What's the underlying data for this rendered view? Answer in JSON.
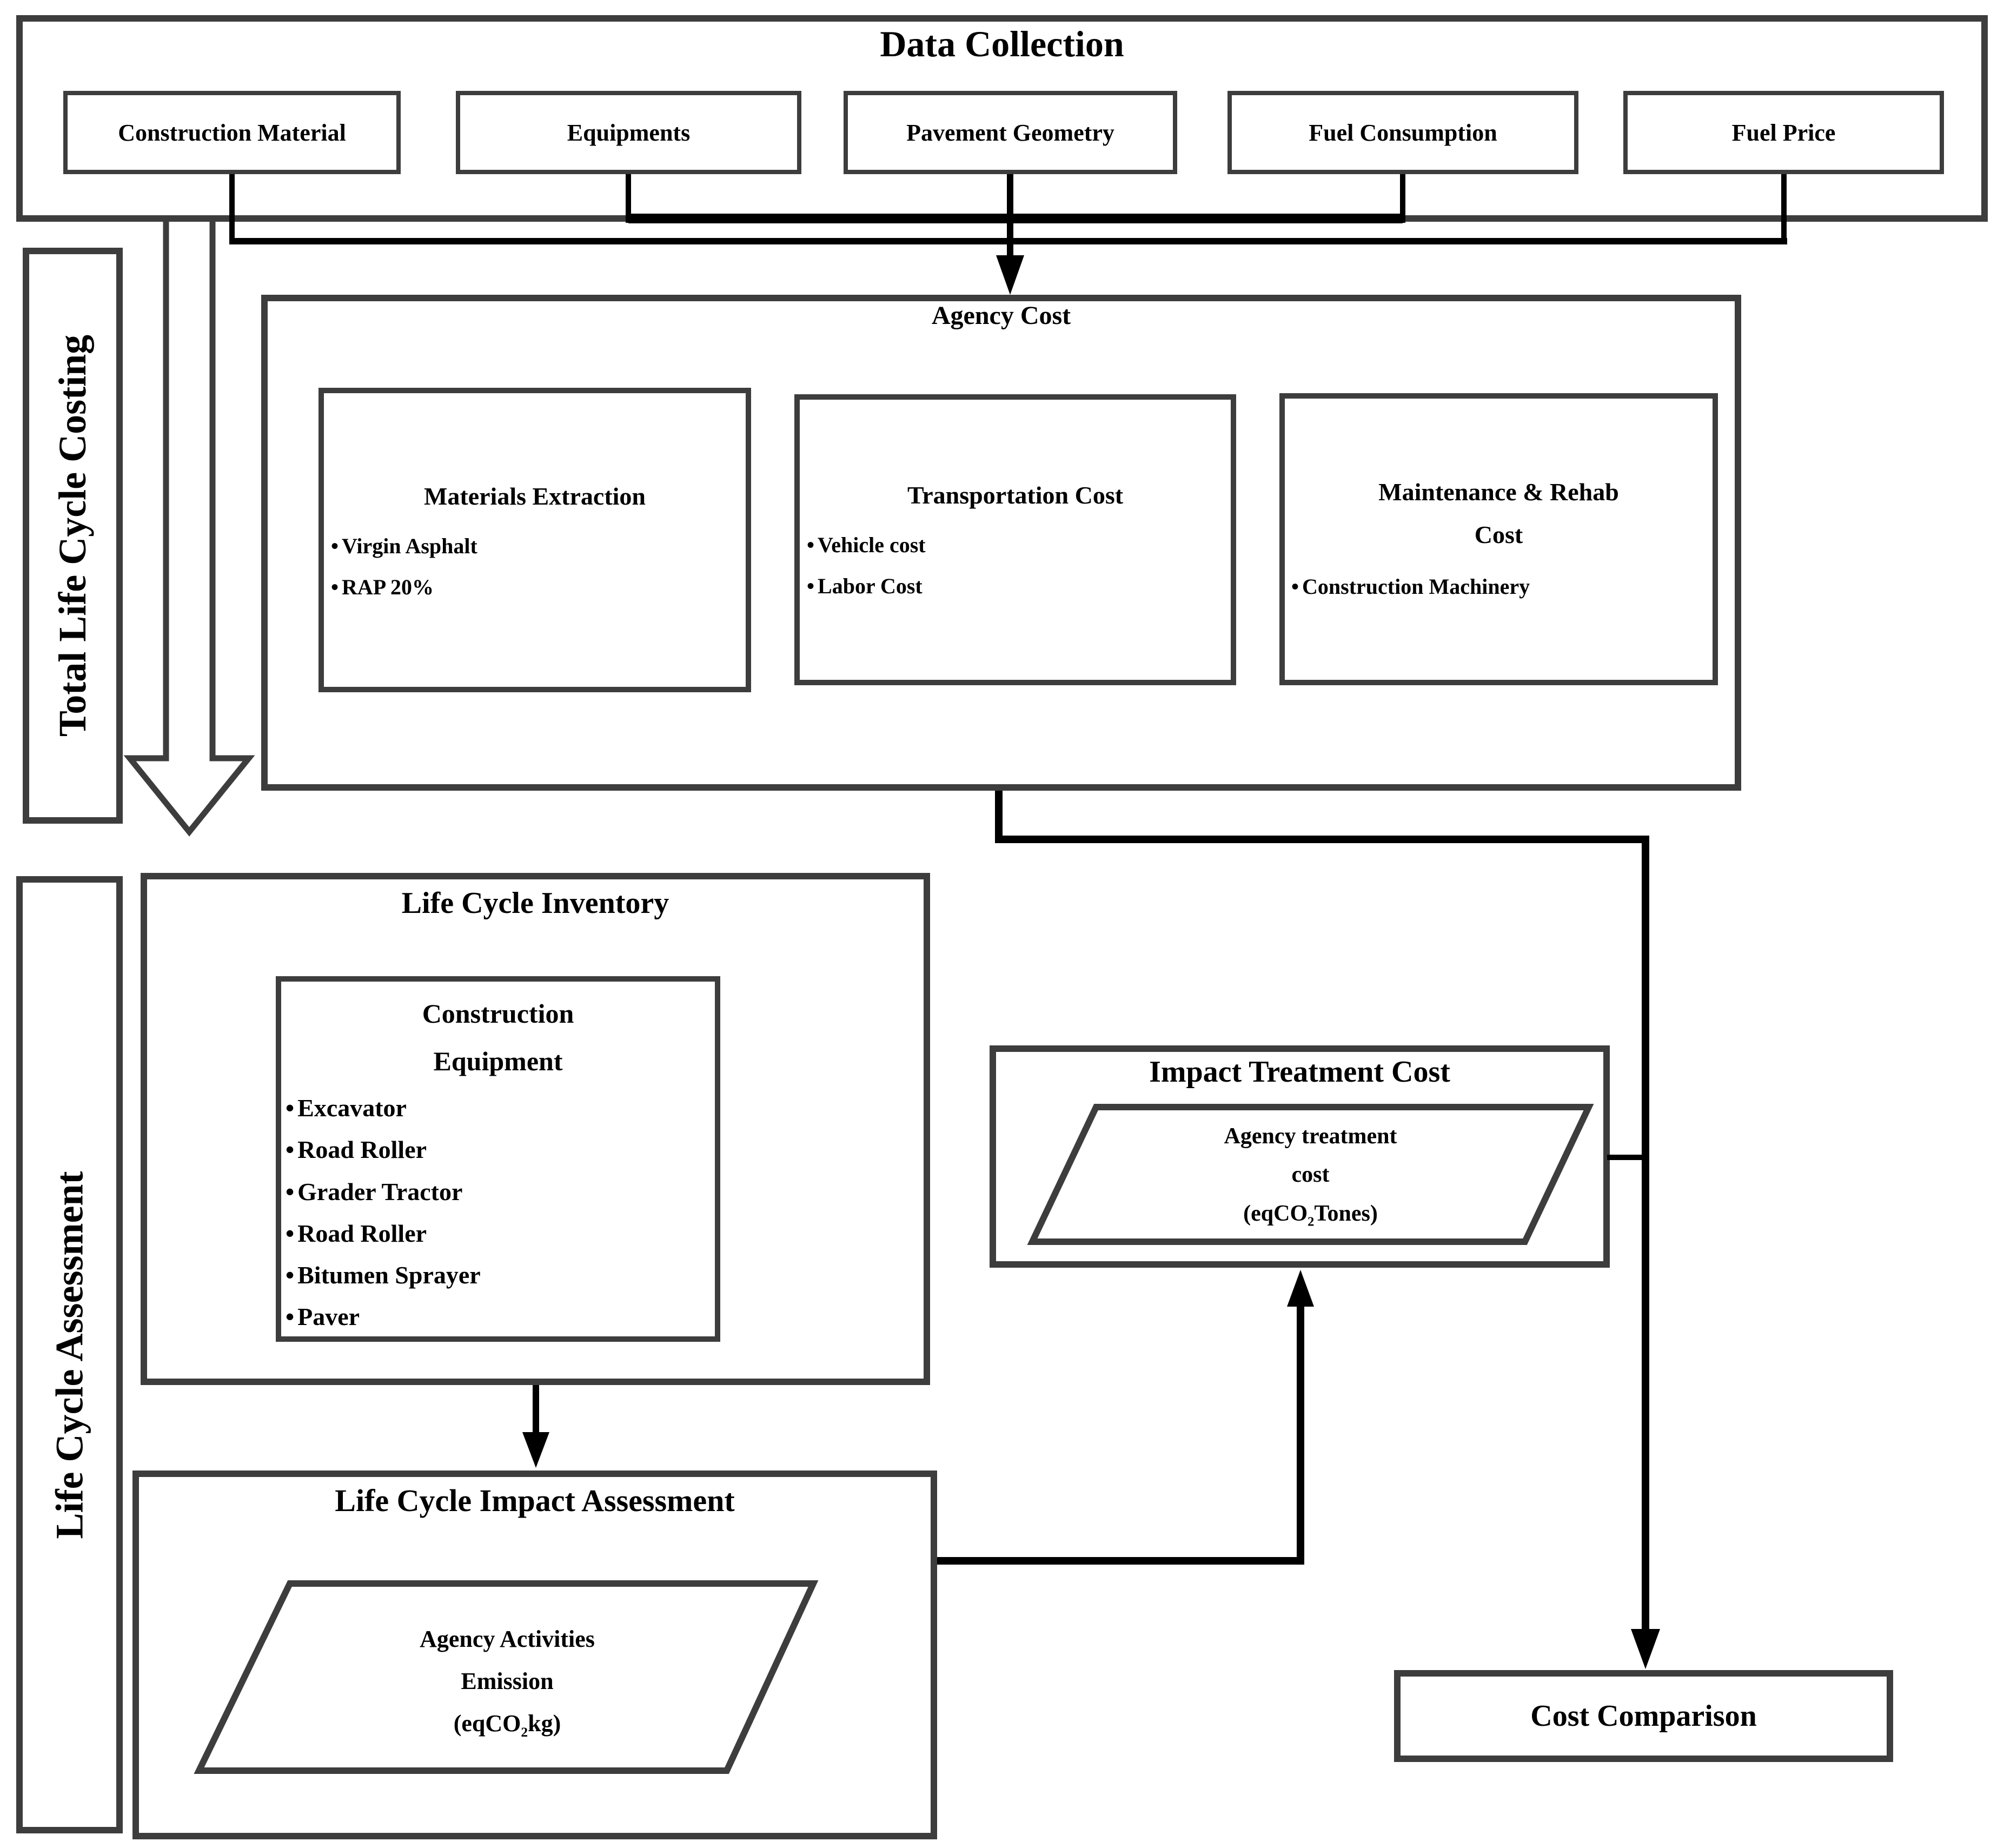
{
  "colors": {
    "box_border": "#3d3d3d",
    "connector_line": "#000000",
    "text": "#000000",
    "background": "#ffffff"
  },
  "data_collection": {
    "title": "Data Collection",
    "boxes": [
      "Construction Material",
      "Equipments",
      "Pavement Geometry",
      "Fuel Consumption",
      "Fuel Price"
    ]
  },
  "sidebars": {
    "total_life_cycle_costing": "Total Life Cycle Costing",
    "life_cycle_assessment": "Life Cycle Assessment"
  },
  "agency_cost": {
    "title": "Agency Cost",
    "materials_extraction": {
      "title": "Materials Extraction",
      "bullets": [
        "Virgin Asphalt",
        "RAP 20%"
      ]
    },
    "transportation_cost": {
      "title": "Transportation Cost",
      "bullets": [
        "Vehicle cost",
        "Labor Cost"
      ]
    },
    "maintenance_rehab": {
      "title_line1": "Maintenance & Rehab",
      "title_line2": "Cost",
      "bullets": [
        "Construction Machinery"
      ]
    }
  },
  "life_cycle_inventory": {
    "title": "Life Cycle Inventory",
    "construction_equipment": {
      "title_line1": "Construction",
      "title_line2": "Equipment",
      "bullets": [
        "Excavator",
        "Road Roller",
        "Grader Tractor",
        "Road Roller",
        "Bitumen Sprayer",
        "Paver"
      ]
    }
  },
  "impact_treatment_cost": {
    "title": "Impact Treatment Cost",
    "parallelogram": {
      "line1": "Agency treatment",
      "line2": "cost",
      "line3_pre": "(eqCO",
      "line3_sub": "2",
      "line3_post": "Tones)"
    }
  },
  "life_cycle_impact_assessment": {
    "title": "Life Cycle Impact Assessment",
    "parallelogram": {
      "line1": "Agency Activities",
      "line2": "Emission",
      "line3_pre": "(eqCO",
      "line3_sub": "2",
      "line3_post": "kg)"
    }
  },
  "cost_comparison": {
    "title": "Cost Comparison"
  }
}
